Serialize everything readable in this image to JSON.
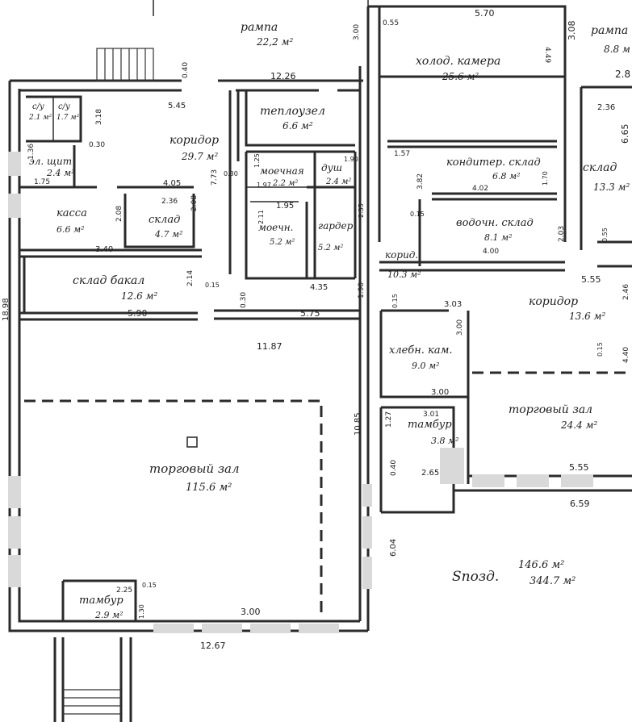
{
  "rooms": [
    {
      "label": "рампа",
      "area": "22,2 м²"
    },
    {
      "label": "холод. камера",
      "area": "25.6 м²"
    },
    {
      "label": "рампа",
      "area": "8.8 м"
    },
    {
      "label": "с/у",
      "area": "2.1 м²"
    },
    {
      "label": "с/у",
      "area": "1.7 м²"
    },
    {
      "label": "эл. щит",
      "area": "2.4 м²"
    },
    {
      "label": "коридор",
      "area": "29.7 м²"
    },
    {
      "label": "теплоузел",
      "area": "6.6 м²"
    },
    {
      "label": "моечная",
      "area": "2.2 м²"
    },
    {
      "label": "душ",
      "area": "2.4 м²"
    },
    {
      "label": "кондитер. склад",
      "area": "6.8 м²"
    },
    {
      "label": "склад",
      "area": "13.3 м²"
    },
    {
      "label": "касса",
      "area": "6.6 м²"
    },
    {
      "label": "склад",
      "area": "4.7 м²"
    },
    {
      "label": "моечн.",
      "area": "5.2 м²"
    },
    {
      "label": "гардер",
      "area": "5.2 м²"
    },
    {
      "label": "водочн. склад",
      "area": "8.1 м²"
    },
    {
      "label": "корид.",
      "area": "10.3 м²"
    },
    {
      "label": "склад бакал",
      "area": "12.6 м²"
    },
    {
      "label": "коридор",
      "area": "13.6 м²"
    },
    {
      "label": "хлебн. кам.",
      "area": "9.0 м²"
    },
    {
      "label": "торговый зал",
      "area": "24.4 м²"
    },
    {
      "label": "тамбур",
      "area": "3.8 м²"
    },
    {
      "label": "торговый зал",
      "area": "115.6 м²"
    },
    {
      "label": "тамбур",
      "area": "2.9 м²"
    }
  ],
  "dimensions": [
    "5.70",
    "0.55",
    "3.00",
    "4.49",
    "3.08",
    "2.8",
    "0.40",
    "12.26",
    "5.45",
    "3.18",
    "0.30",
    "2.36",
    "6.65",
    "1.36",
    "1.75",
    "1.57",
    "1.97",
    "1.90",
    "4.05",
    "2.08",
    "2.36",
    "2.08",
    "7.73",
    "0.30",
    "1.25",
    "1.95",
    "2.11",
    "2.35",
    "3.82",
    "4.02",
    "1.70",
    "0.55",
    "0.15",
    "3.40",
    "2.14",
    "0.15",
    "4.35",
    "4.00",
    "2.03",
    "5.55",
    "2.46",
    "5.90",
    "0.30",
    "5.75",
    "1.90",
    "0.15",
    "3.03",
    "3.00",
    "11.87",
    "4.40",
    "0.15",
    "3.00",
    "3.01",
    "1.27",
    "10.85",
    "0.40",
    "2.65",
    "5.55",
    "18.98",
    "6.59",
    "6.04",
    "2.25",
    "0.15",
    "1.30",
    "3.00",
    "12.67"
  ],
  "summary": {
    "label": "Sпозд.",
    "value1": "146.6 м²",
    "value2": "344.7 м²"
  },
  "colors": {
    "ink": "#1e1e1e",
    "paper": "#ffffff"
  }
}
